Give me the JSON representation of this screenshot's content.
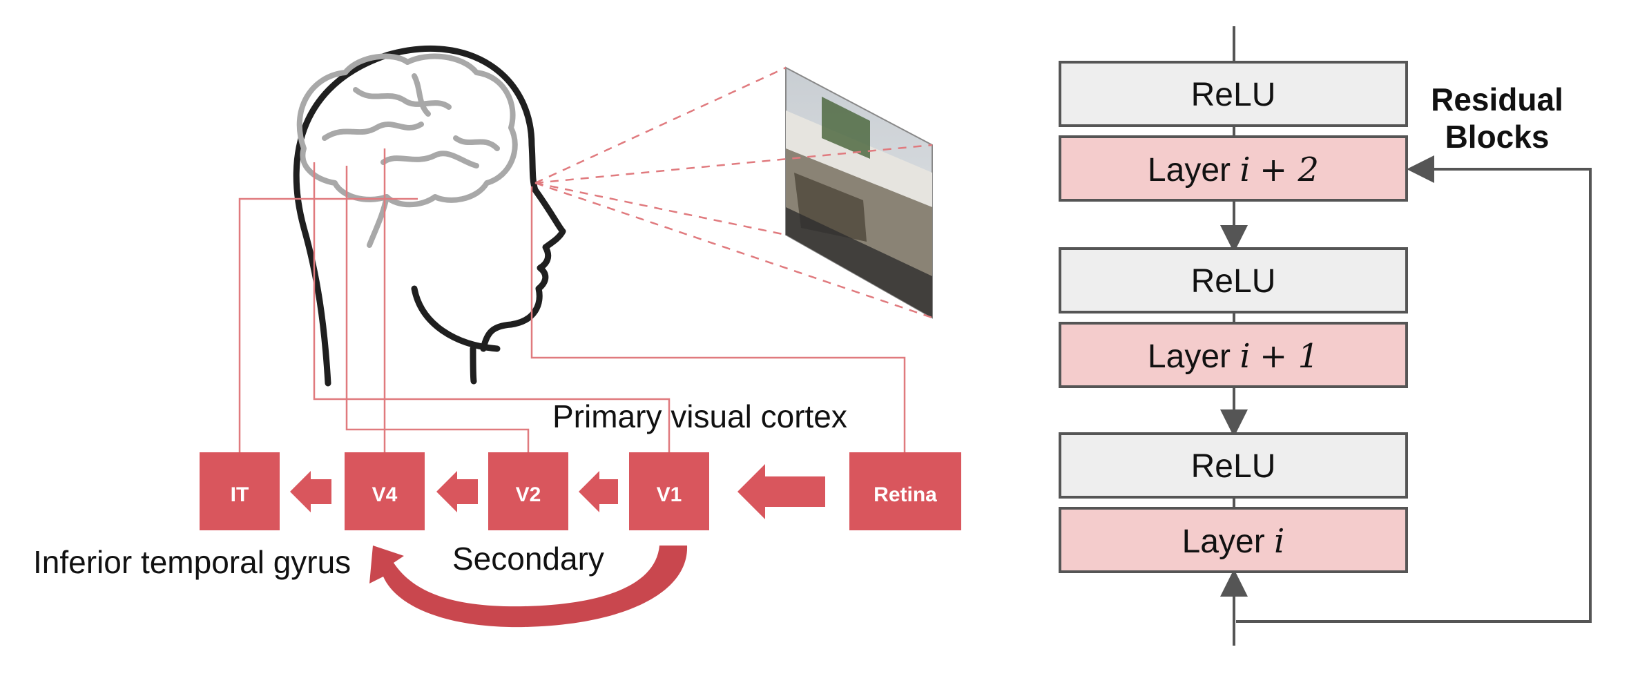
{
  "visual_pathway": {
    "boxes": {
      "it": "IT",
      "v4": "V4",
      "v2": "V2",
      "v1": "V1",
      "retina": "Retina"
    },
    "captions": {
      "primary": "Primary visual cortex",
      "secondary": "Secondary",
      "inferior": "Inferior temporal gyrus"
    },
    "colors": {
      "box_fill": "#d9565d",
      "line": "#e07a7e"
    }
  },
  "residual": {
    "title_line1": "Residual",
    "title_line2": "Blocks",
    "relu_label": "ReLU",
    "layer_word": "Layer",
    "layers": [
      {
        "var": "i",
        "suffix": "+ 2"
      },
      {
        "var": "i",
        "suffix": "+ 1"
      },
      {
        "var": "i",
        "suffix": ""
      }
    ],
    "colors": {
      "relu_fill": "#eeeeee",
      "layer_fill": "#f4cccc",
      "stroke": "#555555"
    }
  }
}
